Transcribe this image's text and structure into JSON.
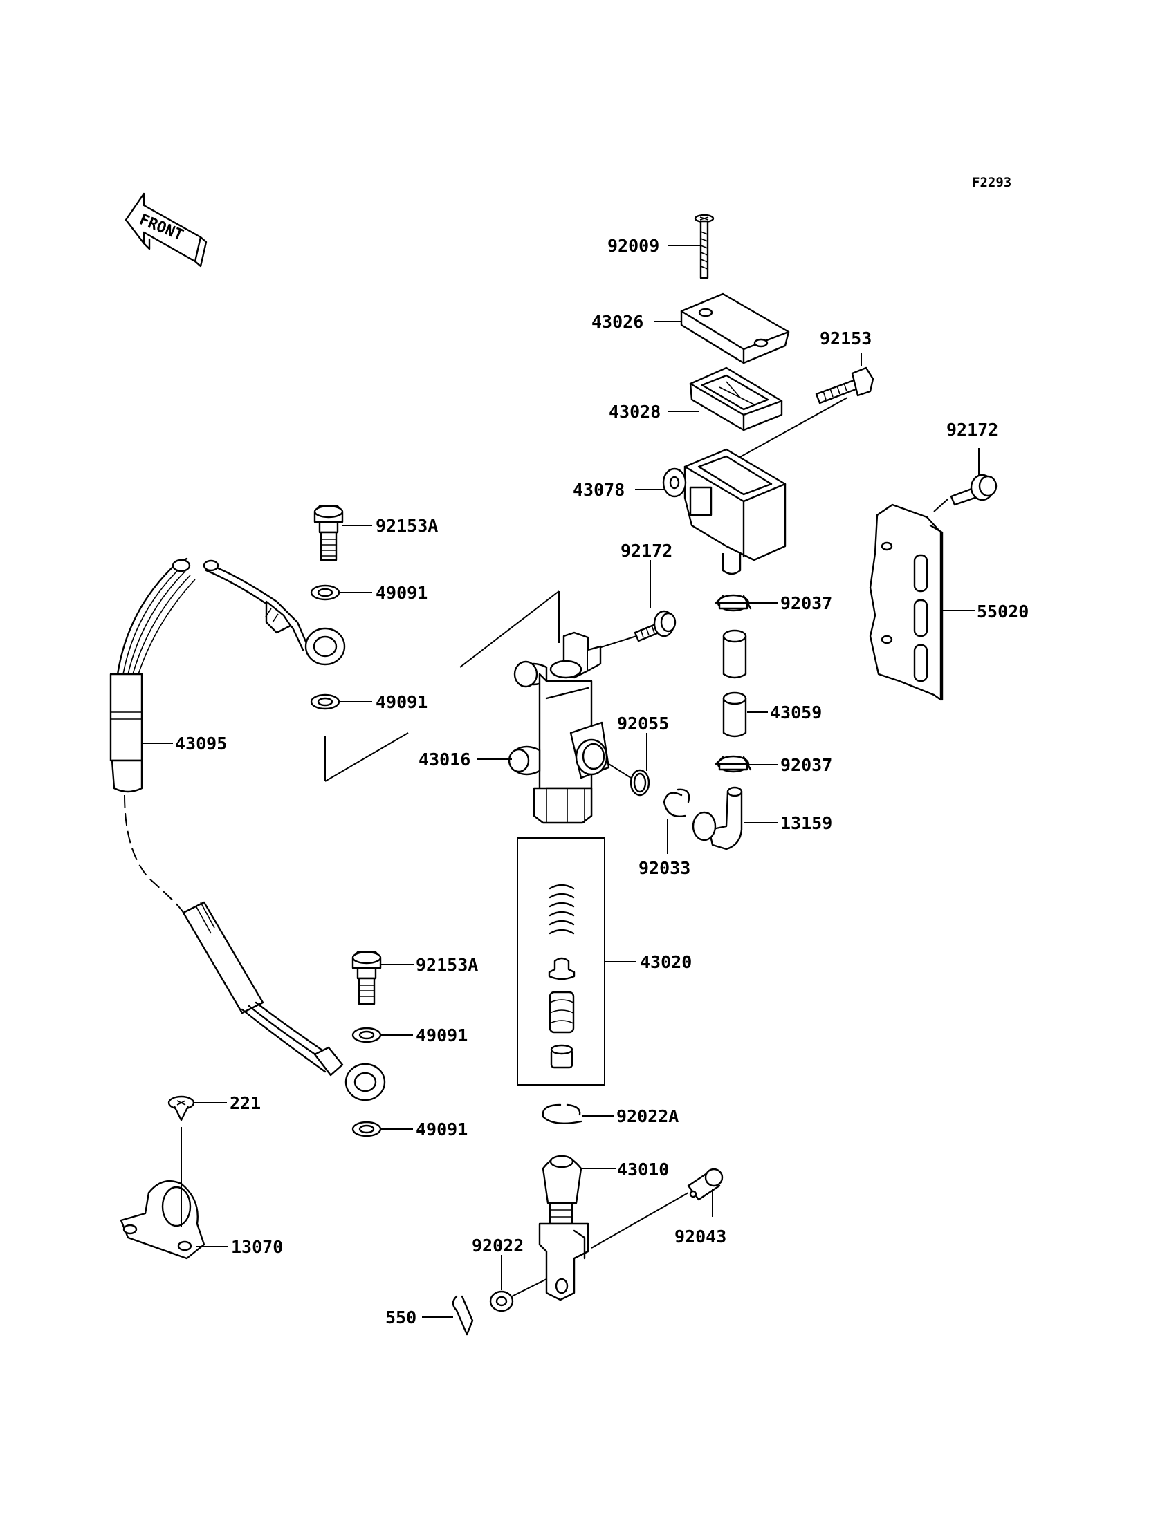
{
  "figure_id": "F2293",
  "front_label": "FRONT",
  "labels": {
    "p92009": "92009",
    "p43026": "43026",
    "p92153": "92153",
    "p43028": "43028",
    "p92172a": "92172",
    "p43078": "43078",
    "p92153A_1": "92153A",
    "p49091_1": "49091",
    "p92172b": "92172",
    "p92037a": "92037",
    "p55020": "55020",
    "p49091_2": "49091",
    "p43059": "43059",
    "p92055": "92055",
    "p43095": "43095",
    "p43016": "43016",
    "p92037b": "92037",
    "p13159": "13159",
    "p92033": "92033",
    "p43020": "43020",
    "p92153A_2": "92153A",
    "p49091_3": "49091",
    "p221": "221",
    "p92022A": "92022A",
    "p49091_4": "49091",
    "p43010": "43010",
    "p13070": "13070",
    "p92022": "92022",
    "p92043": "92043",
    "p550": "550"
  }
}
